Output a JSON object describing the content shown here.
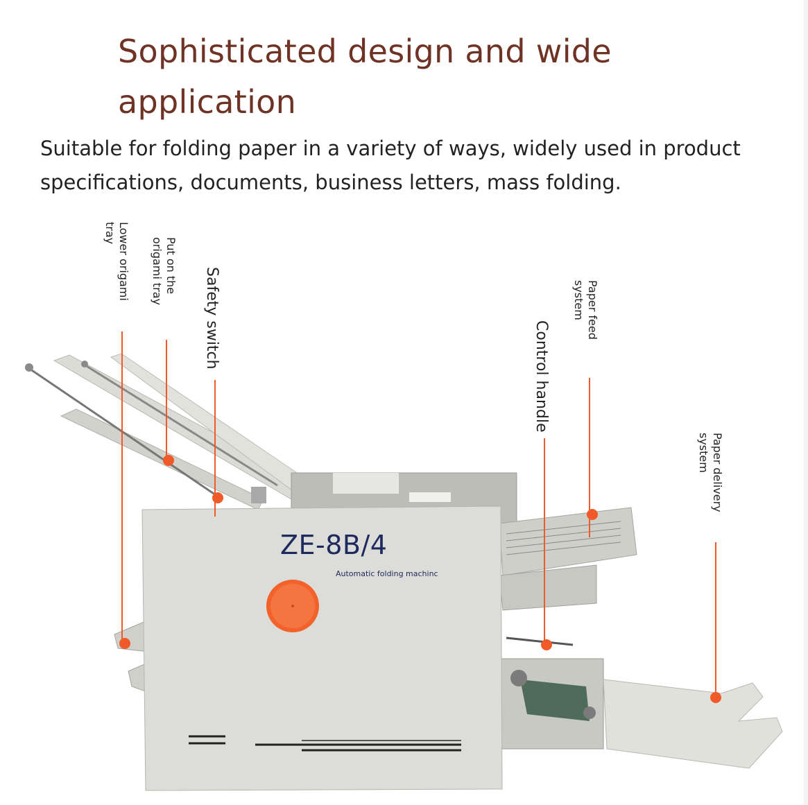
{
  "heading": "Sophisticated design and wide application",
  "description": "Suitable for folding paper in a variety of ways, widely used in product specifications, documents, business letters, mass folding.",
  "labels": {
    "lower_tray": "Lower origami\ntray",
    "put_tray": "Put on the\norigami tray",
    "safety_switch": "Safety switch",
    "control_handle": "Control handle",
    "paper_feed": "Paper feed\nsystem",
    "paper_delivery": "Paper delivery\nsystem"
  },
  "machine": {
    "model": "ZE-8B/4",
    "subtitle": "Automatic folding machinc"
  },
  "colors": {
    "heading": "#6e3324",
    "marker": "#f05a28",
    "knob": "#f2622a",
    "model_text": "#1e2a5e"
  }
}
